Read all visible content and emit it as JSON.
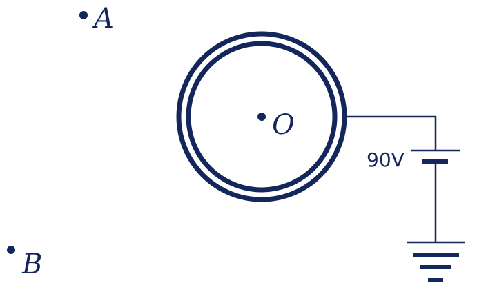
{
  "colors": {
    "ink": "#13275b",
    "background": "#ffffff"
  },
  "points": {
    "a": "A",
    "b": "B",
    "o": "O"
  },
  "battery": {
    "voltage_label": "90V"
  }
}
